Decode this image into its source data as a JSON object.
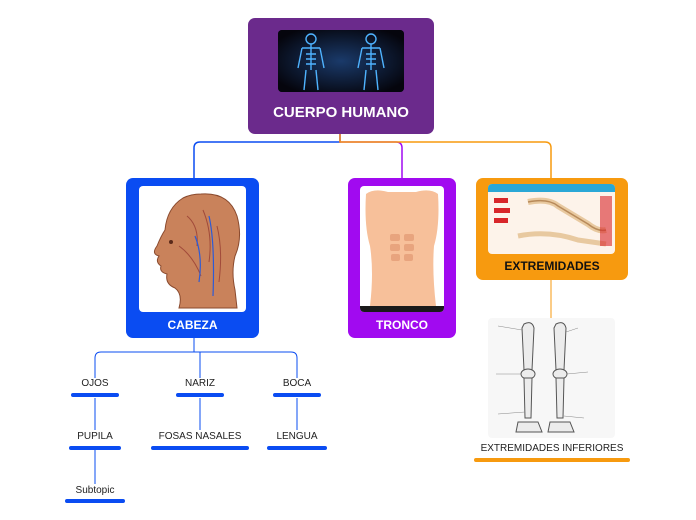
{
  "colors": {
    "root": "#6b2a8c",
    "cabeza": "#0a4cf2",
    "tronco": "#a10af0",
    "extremidades": "#f79a0f",
    "leaf_blue": "#0a4cf2",
    "leaf_orange": "#f79a0f"
  },
  "root": {
    "title": "CUERPO HUMANO",
    "image": "skeleton-xray-image"
  },
  "branches": [
    {
      "title": "CABEZA",
      "image": "head-anatomy-image"
    },
    {
      "title": "TRONCO",
      "image": "torso-image"
    },
    {
      "title": "EXTREMIDADES",
      "image": "limbs-diagram-image"
    }
  ],
  "cabeza_children": [
    {
      "label": "OJOS",
      "child": "PUPILA",
      "grandchild": "Subtopic"
    },
    {
      "label": "NARIZ",
      "child": "FOSAS NASALES"
    },
    {
      "label": "BOCA",
      "child": "LENGUA"
    }
  ],
  "extremidades_child": {
    "label": "EXTREMIDADES INFERIORES",
    "image": "leg-bones-image"
  }
}
